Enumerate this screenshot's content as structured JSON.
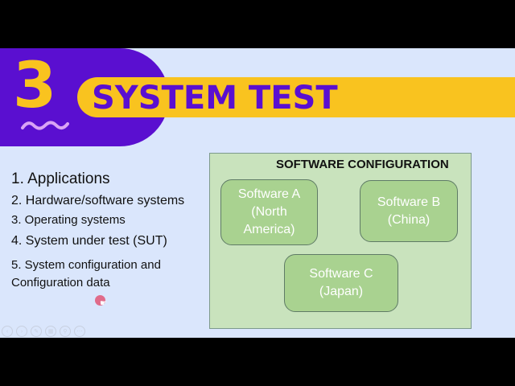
{
  "slide": {
    "section_number": "3",
    "title": "SYSTEM TEST",
    "list_items": [
      {
        "label": "1. Applications"
      },
      {
        "label": "2. Hardware/software systems"
      },
      {
        "label": "3. Operating systems"
      },
      {
        "label": "4. System under test (SUT)"
      },
      {
        "label": "5. System configuration and"
      },
      {
        "label": "Configuration data"
      }
    ],
    "config_panel": {
      "title": "SOFTWARE CONFIGURATION",
      "items": [
        {
          "line1": "Software A",
          "line2": "(North",
          "line3": "America)"
        },
        {
          "line1": "Software B",
          "line2": "(China)"
        },
        {
          "line1": "Software C",
          "line2": "(Japan)"
        }
      ]
    },
    "colors": {
      "purple": "#5a0fd0",
      "yellow": "#f9c31f",
      "background": "#dae6fc",
      "panel_green": "#c9e3bd",
      "box_green": "#a9d290"
    }
  },
  "presentation_controls": {
    "icons": [
      "prev-icon",
      "next-icon",
      "pen-icon",
      "grid-icon",
      "zoom-icon",
      "more-icon"
    ]
  }
}
